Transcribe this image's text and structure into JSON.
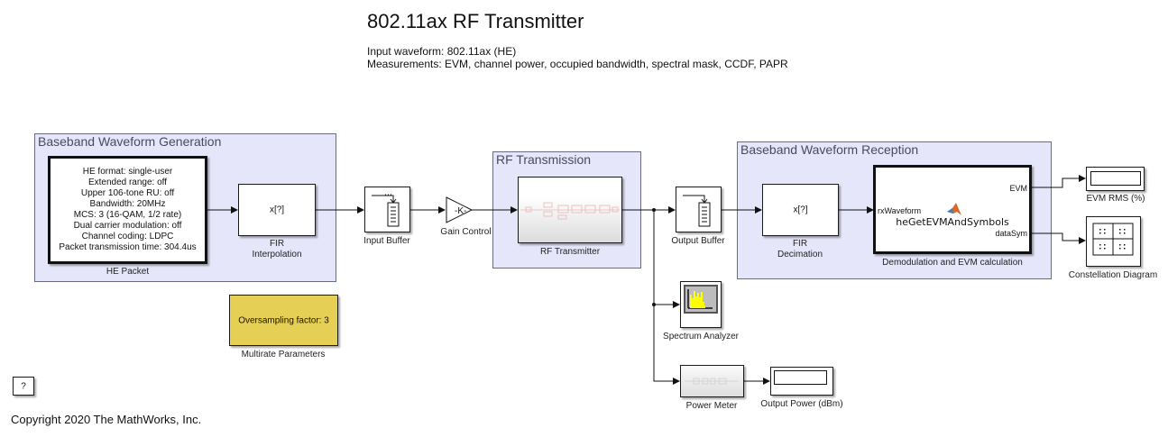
{
  "model": {
    "title": "802.11ax RF Transmitter",
    "description_lines": [
      "Input waveform: 802.11ax (HE)",
      "Measurements: EVM, channel power, occupied bandwidth, spectral mask, CCDF, PAPR"
    ],
    "copyright": "Copyright 2020 The MathWorks, Inc."
  },
  "areas": {
    "generation": "Baseband Waveform Generation",
    "rf": "RF Transmission",
    "reception": "Baseband Waveform Reception"
  },
  "blocks": {
    "he_packet": {
      "label": "HE Packet",
      "lines": [
        "HE format: single-user",
        "Extended range: off",
        "Upper 106-tone RU: off",
        "Bandwidth: 20MHz",
        "MCS: 3 (16-QAM, 1/2 rate)",
        "Dual carrier modulation: off",
        "Channel coding: LDPC",
        "Packet transmission time: 304.4us"
      ]
    },
    "fir_interp": {
      "label_line1": "FIR",
      "label_line2": "Interpolation",
      "content": "x[?]"
    },
    "input_buffer": {
      "label": "Input Buffer"
    },
    "gain": {
      "label": "Gain Control",
      "content": "-K-"
    },
    "rf_tx": {
      "label": "RF Transmitter"
    },
    "output_buffer": {
      "label": "Output Buffer"
    },
    "fir_decim": {
      "label_line1": "FIR",
      "label_line2": "Decimation",
      "content": "x[?]"
    },
    "demod": {
      "label": "Demodulation and EVM calculation",
      "function_name": "heGetEVMAndSymbols",
      "in_port": "rxWaveform",
      "out_port_1": "EVM",
      "out_port_2": "dataSym"
    },
    "evm_display": {
      "label": "EVM RMS (%)"
    },
    "constellation": {
      "label": "Constellation Diagram"
    },
    "spectrum": {
      "label": "Spectrum Analyzer"
    },
    "power_meter": {
      "label": "Power Meter"
    },
    "output_power": {
      "label": "Output Power (dBm)"
    },
    "multirate": {
      "label": "Multirate Parameters",
      "content": "Oversampling factor: 3"
    },
    "help": {
      "content": "?"
    }
  },
  "colors": {
    "area_fill": "#e6e6fa",
    "multirate_fill": "#e6cf55",
    "scope_yellow": "#ffff00",
    "matlab_orange": "#d9682c"
  }
}
